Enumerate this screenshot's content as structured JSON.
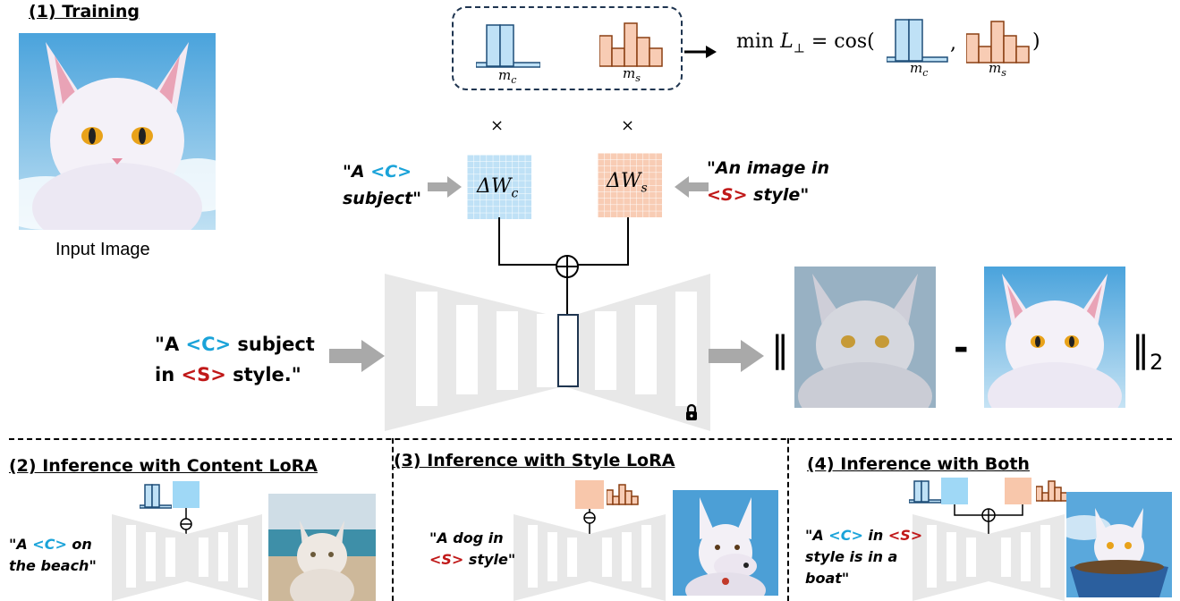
{
  "sections": {
    "training": "(1) Training",
    "content": "(2) Inference with Content LoRA",
    "style": "(3) Inference with Style LoRA",
    "both": "(4) Inference with Both"
  },
  "input_caption": "Input Image",
  "masks": {
    "mc": "m",
    "mc_sub": "c",
    "ms": "m",
    "ms_sub": "s"
  },
  "loss": {
    "prefix": "min",
    "L": "L",
    "perp": "⊥",
    "eq": " = cos(",
    "comma": ",",
    "close": ")"
  },
  "times": "×",
  "weights": {
    "delta": "ΔW",
    "c_sub": "c",
    "s_sub": "s"
  },
  "prompts": {
    "content_a": "\"A ",
    "content_tok": "<C>",
    "content_b": "subject\"",
    "style_a": "\"An image in",
    "style_tok": "<S>",
    "style_b": " style\"",
    "main_a": "\"A ",
    "main_c": "<C>",
    "main_b": " subject",
    "main_c2": "in ",
    "main_s": "<S>",
    "main_d": " style.\"",
    "inf2_a": "\"A ",
    "inf2_c": "<C>",
    "inf2_b": " on",
    "inf2_c2": "the beach\"",
    "inf3_a": "\"A dog in",
    "inf3_s": "<S>",
    "inf3_b": " style\"",
    "inf4_a": "\"A ",
    "inf4_c": "<C>",
    "inf4_b": " in ",
    "inf4_s": "<S>",
    "inf4_c2": "style is in a",
    "inf4_d": "boat\""
  },
  "norm": {
    "left": "‖",
    "minus": "-",
    "right": "‖",
    "sub": "2"
  },
  "colors": {
    "blue": "#bfe1f6",
    "blue_dark": "#1f4e79",
    "peach": "#f8ccb4",
    "brown": "#8a3f12",
    "unet": "#e8e8e8",
    "arrow": "#a9a9a9"
  }
}
